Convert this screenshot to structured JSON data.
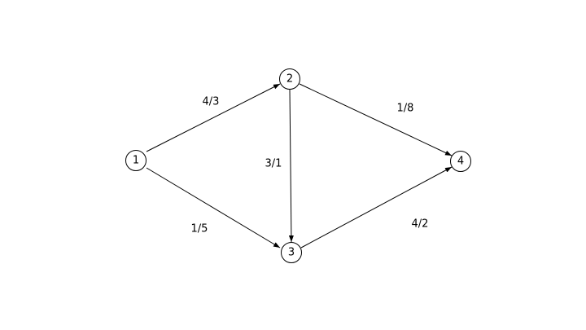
{
  "graph": {
    "nodes": [
      {
        "id": "1",
        "label": "1"
      },
      {
        "id": "2",
        "label": "2"
      },
      {
        "id": "3",
        "label": "3"
      },
      {
        "id": "4",
        "label": "4"
      }
    ],
    "edges": [
      {
        "from": "1",
        "to": "2",
        "label": "4/3"
      },
      {
        "from": "1",
        "to": "3",
        "label": "1/5"
      },
      {
        "from": "2",
        "to": "3",
        "label": "3/1"
      },
      {
        "from": "2",
        "to": "4",
        "label": "1/8"
      },
      {
        "from": "3",
        "to": "4",
        "label": "4/2"
      }
    ],
    "directed": true,
    "colors": {
      "stroke": "#000000",
      "background": "#ffffff"
    }
  }
}
